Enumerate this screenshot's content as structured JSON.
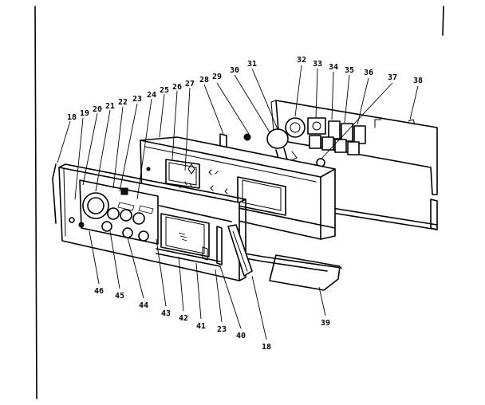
{
  "callouts": [
    {
      "id": "c18a",
      "text": "18"
    },
    {
      "id": "c19",
      "text": "19"
    },
    {
      "id": "c20",
      "text": "20"
    },
    {
      "id": "c21",
      "text": "21"
    },
    {
      "id": "c22",
      "text": "22"
    },
    {
      "id": "c23a",
      "text": "23"
    },
    {
      "id": "c24",
      "text": "24"
    },
    {
      "id": "c25",
      "text": "25"
    },
    {
      "id": "c26",
      "text": "26"
    },
    {
      "id": "c27",
      "text": "27"
    },
    {
      "id": "c28",
      "text": "28"
    },
    {
      "id": "c29",
      "text": "29"
    },
    {
      "id": "c30",
      "text": "30"
    },
    {
      "id": "c31",
      "text": "31"
    },
    {
      "id": "c32",
      "text": "32"
    },
    {
      "id": "c33",
      "text": "33"
    },
    {
      "id": "c34",
      "text": "34"
    },
    {
      "id": "c35",
      "text": "35"
    },
    {
      "id": "c36",
      "text": "36"
    },
    {
      "id": "c37",
      "text": "37"
    },
    {
      "id": "c38",
      "text": "38"
    },
    {
      "id": "c39",
      "text": "39"
    },
    {
      "id": "c18b",
      "text": "18"
    },
    {
      "id": "c40",
      "text": "40"
    },
    {
      "id": "c23b",
      "text": "23"
    },
    {
      "id": "c41",
      "text": "41"
    },
    {
      "id": "c42",
      "text": "42"
    },
    {
      "id": "c43",
      "text": "43"
    },
    {
      "id": "c44",
      "text": "44"
    },
    {
      "id": "c45",
      "text": "45"
    },
    {
      "id": "c46",
      "text": "46"
    }
  ]
}
